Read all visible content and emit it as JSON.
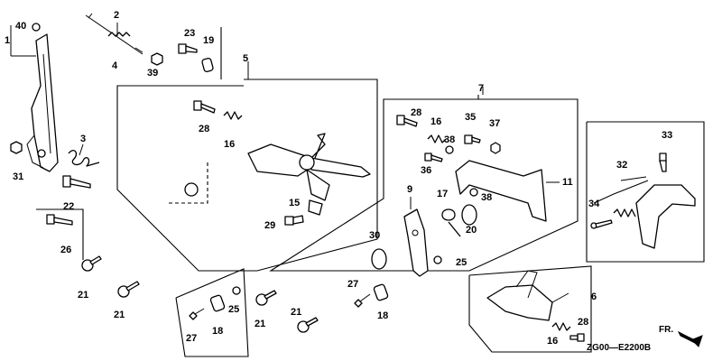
{
  "callouts": [
    "40",
    "1",
    "2",
    "4",
    "39",
    "23",
    "19",
    "5",
    "3",
    "31",
    "22",
    "26",
    "21",
    "21",
    "28",
    "16",
    "15",
    "29",
    "30",
    "27",
    "18",
    "25",
    "27",
    "18",
    "21",
    "21",
    "7",
    "28",
    "16",
    "35",
    "37",
    "38",
    "36",
    "38",
    "11",
    "9",
    "17",
    "20",
    "25",
    "33",
    "32",
    "34",
    "6",
    "16",
    "28"
  ],
  "drawing_code": "ZG00—E2200B",
  "direction_marker": "FR."
}
